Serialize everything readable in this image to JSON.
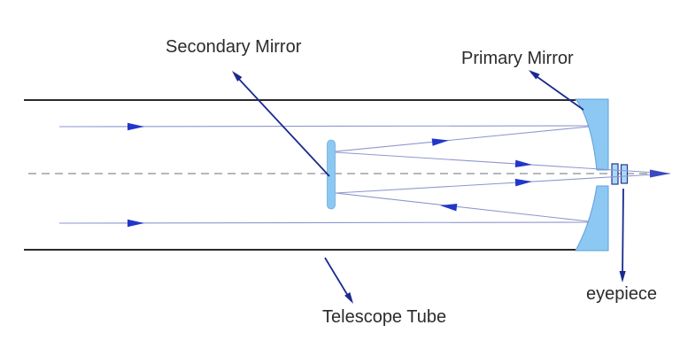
{
  "diagram": {
    "type": "reflecting-telescope-ray-diagram",
    "labels": {
      "secondary_mirror": "Secondary Mirror",
      "primary_mirror": "Primary Mirror",
      "telescope_tube": "Telescope Tube",
      "eyepiece": "eyepiece"
    },
    "colors": {
      "background": "#ffffff",
      "tube_outline": "#2a2a2a",
      "mirror_fill": "#8cc8f2",
      "mirror_outline": "#5f9fd9",
      "lens_fill": "#a9d9f8",
      "lens_outline": "#283593",
      "ray_line": "#8f97cd",
      "ray_arrow": "#2236c8",
      "focus_arrow": "#3a49c0",
      "annotation_arrow": "#1a2a8f",
      "axis_dash": "#9aa0a6",
      "label_text": "#2b2b2b"
    }
  }
}
